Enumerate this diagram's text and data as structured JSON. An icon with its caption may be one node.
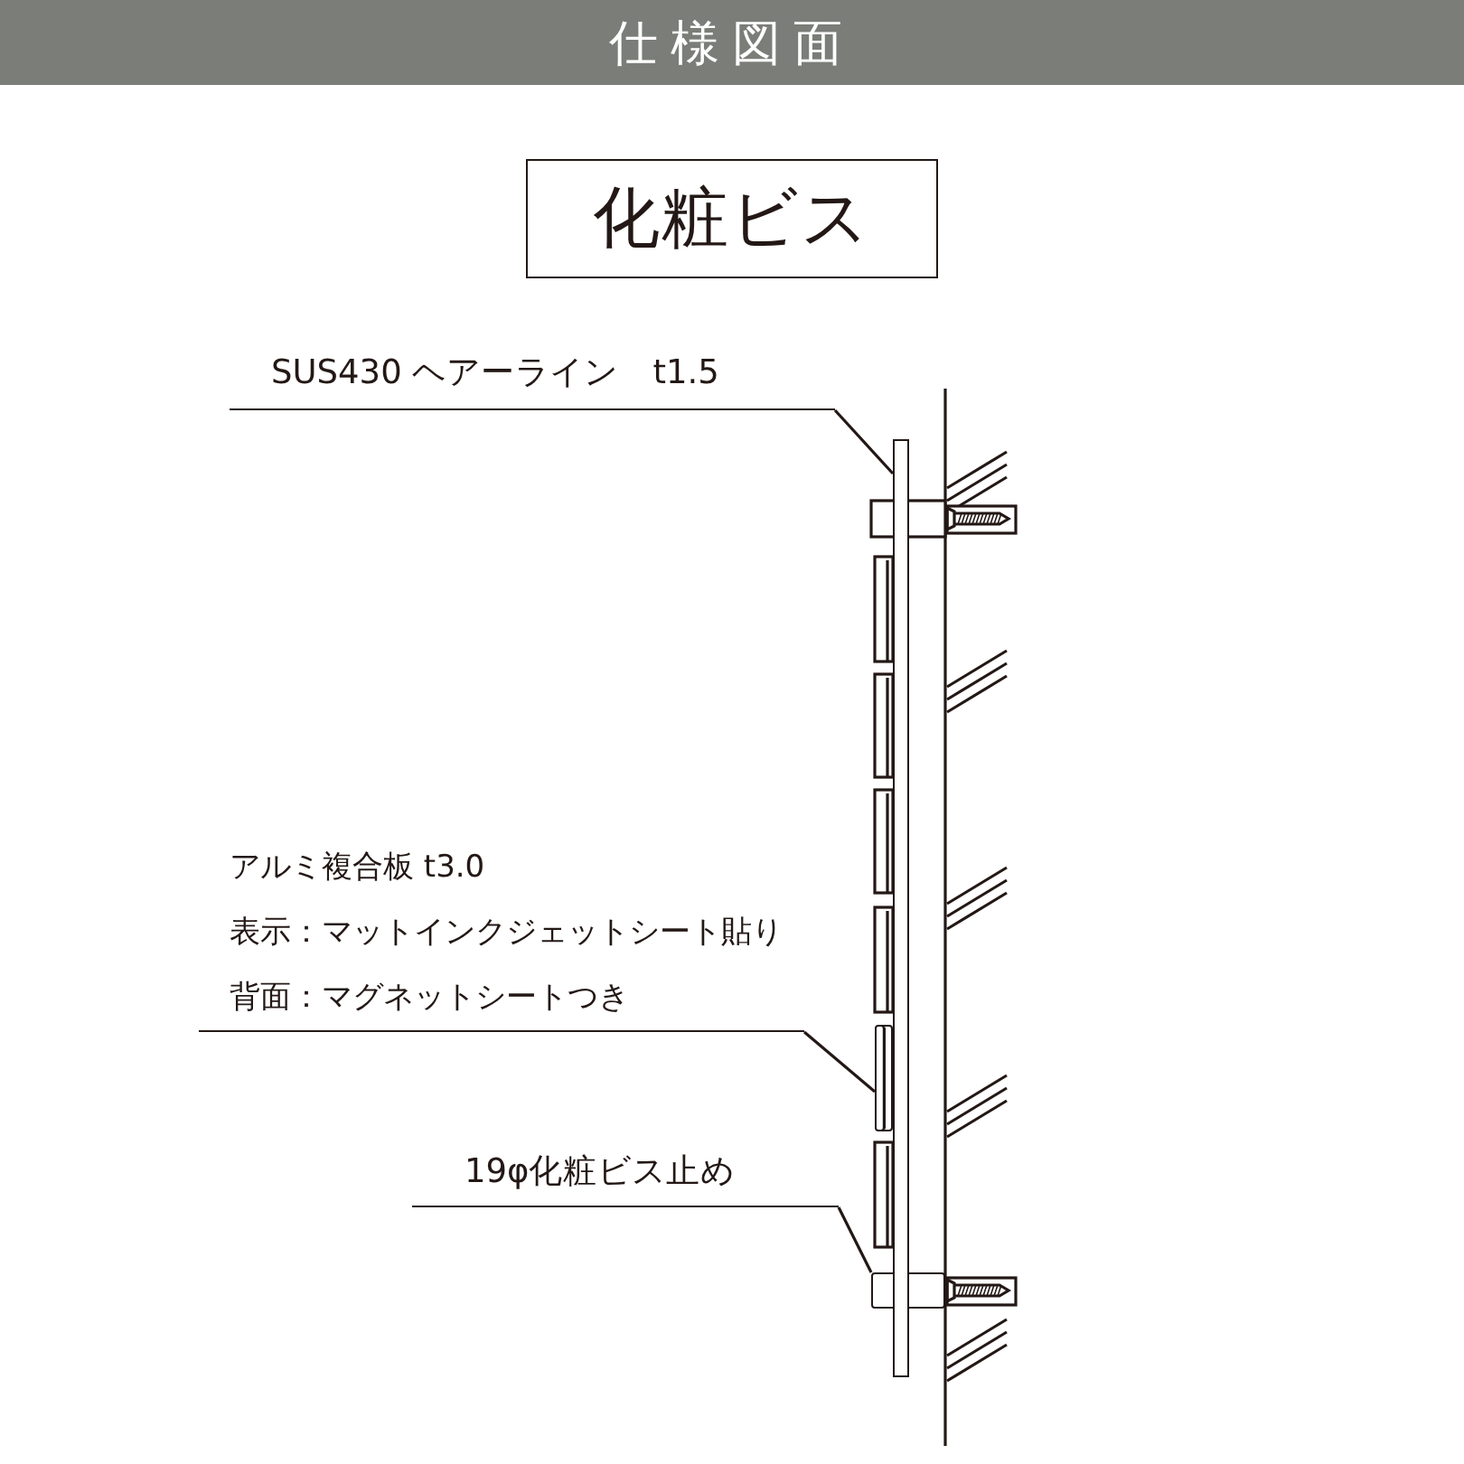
{
  "diagram": {
    "title": "仕様図面",
    "nodes": [
      {
        "text": [
          "化粧ビス"
        ]
      },
      {
        "text": [
          "SUS430 ヘアーライン　t1.5"
        ]
      },
      {
        "text": [],
        "shape": "bar"
      },
      {
        "text": [
          "アルミ複合板 t3.0",
          "表示：マットインクジェットシート貼り",
          "背面：マグネットシートつき"
        ]
      },
      {
        "text": [],
        "shape": "box"
      },
      {
        "text": [
          "19φ化粧ビス止め"
        ]
      },
      {
        "text": [],
        "shape": "box"
      }
    ],
    "edges": [
      {
        "from": 1,
        "to": 2,
        "arrow": "none"
      },
      {
        "from": 3,
        "to": 4,
        "arrow": "none"
      },
      {
        "from": 5,
        "to": 6,
        "arrow": "none"
      }
    ]
  }
}
